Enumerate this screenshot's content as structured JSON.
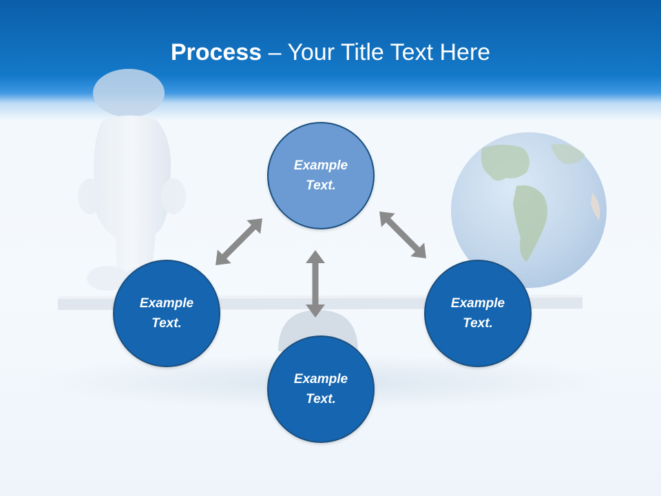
{
  "slide": {
    "title_bold": "Process",
    "title_rest": " – Your Title Text Here"
  },
  "nodes": {
    "top": "Example Text.",
    "left": "Example Text.",
    "right": "Example Text.",
    "bottom": "Example Text."
  },
  "colors": {
    "header_blue": "#1479c9",
    "node_dark": "#1565b0",
    "node_light": "#6b9bd2",
    "arrow_gray": "#8a8a8a"
  }
}
